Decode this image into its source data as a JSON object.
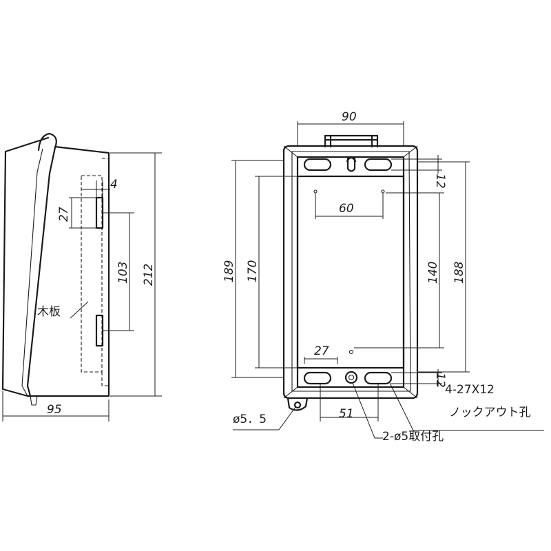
{
  "side_view": {
    "dims": {
      "width": "95",
      "height": "212",
      "gap": "4",
      "bracket": "27",
      "spacing": "103"
    },
    "material_label": "木板"
  },
  "front_view": {
    "dims": {
      "top_width": "90",
      "hole_spacing_top": "60",
      "hole_spacing_bottom": "27",
      "bottom_spacing": "51",
      "outer_height": "189",
      "inner_height": "170",
      "mid_height": "140",
      "right_height": "188",
      "edge_top": "12",
      "edge_bottom": "12"
    },
    "notes": {
      "knockout_size": "4-27X12",
      "knockout_name": "ノックアウト孔",
      "mounting_holes": "2-ø5取付孔",
      "hang_hole": "ø5．5"
    }
  }
}
